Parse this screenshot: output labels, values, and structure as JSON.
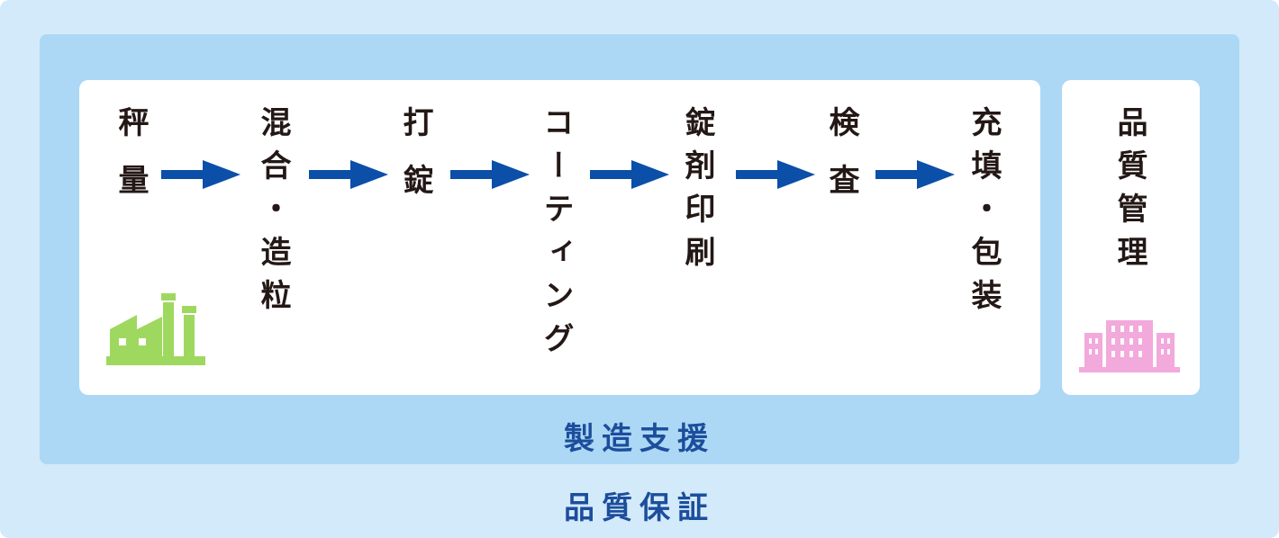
{
  "process_steps": [
    {
      "label": "秤量"
    },
    {
      "label": "混合・造粒"
    },
    {
      "label": "打錠"
    },
    {
      "label": "コーティング"
    },
    {
      "label": "錠剤印刷"
    },
    {
      "label": "検査"
    },
    {
      "label": "充填・包装"
    }
  ],
  "quality_management": {
    "label": "品質管理"
  },
  "manufacturing_support": {
    "label": "製造支援"
  },
  "quality_assurance": {
    "label": "品質保証"
  },
  "icons": {
    "factory": "factory-icon",
    "building": "office-building-icon"
  },
  "colors": {
    "outer_bg": "#d3eafa",
    "middle_bg": "#acd8f5",
    "arrow": "#0b4fa8",
    "caption_text": "#1c4e9c",
    "factory": "#9fd85f",
    "building": "#f2a9db"
  }
}
